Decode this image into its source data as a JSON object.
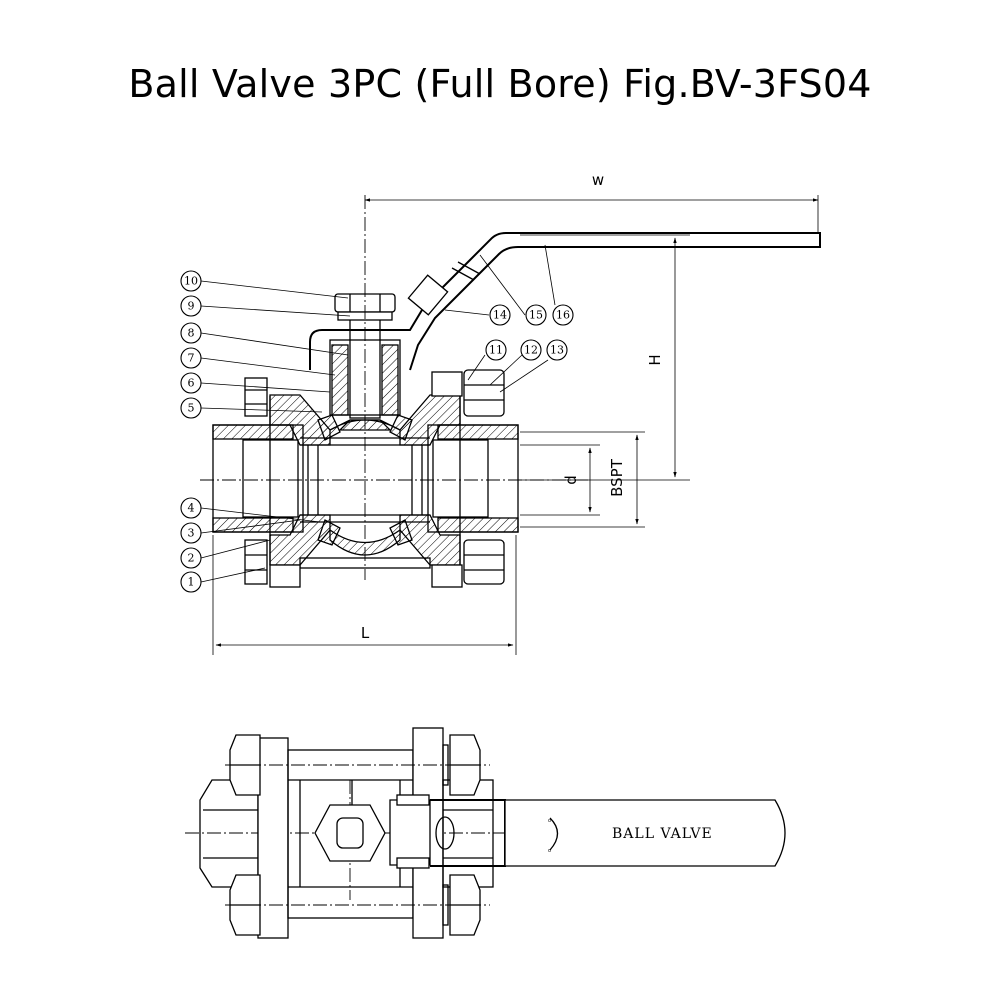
{
  "title": "Ball Valve 3PC (Full Bore) Fig.BV-3FS04",
  "dimensions": {
    "w": "w",
    "h": "H",
    "l": "L",
    "d": "d",
    "bspt": "BSPT"
  },
  "part_numbers": [
    "1",
    "2",
    "3",
    "4",
    "5",
    "6",
    "7",
    "8",
    "9",
    "10",
    "11",
    "12",
    "13",
    "14",
    "15",
    "16"
  ],
  "handle_text": "BALL VALVE"
}
